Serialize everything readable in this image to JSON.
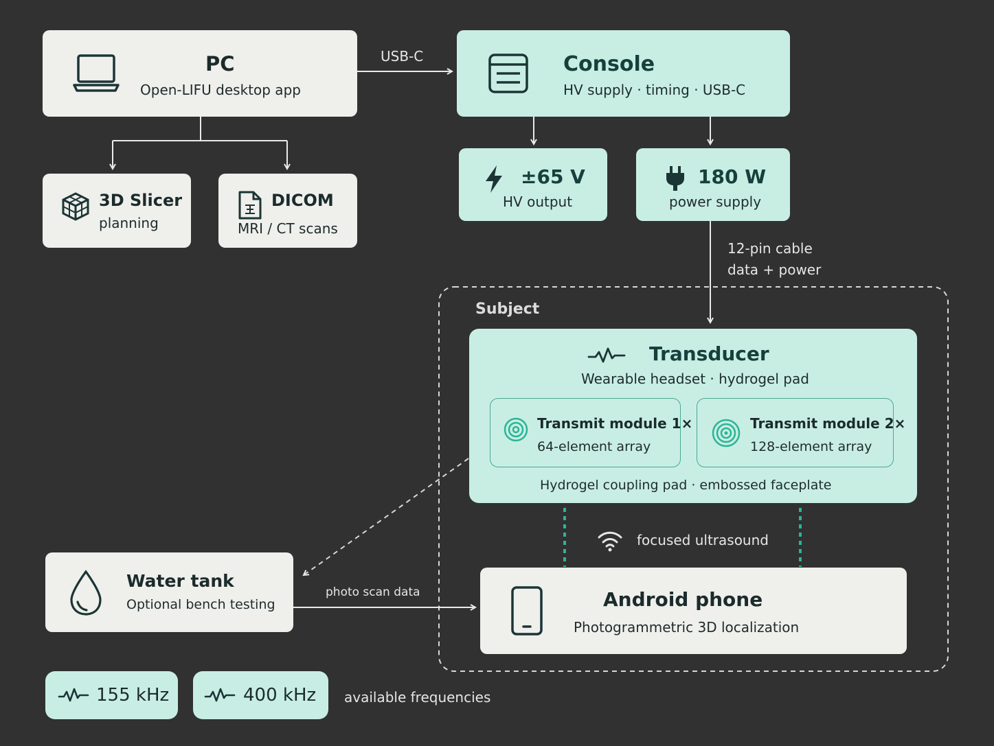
{
  "pc": {
    "title": "PC",
    "subtitle": "Open-LIFU desktop app",
    "icon": "laptop-icon"
  },
  "console": {
    "title": "Console",
    "subtitle": "HV supply · timing · USB-C",
    "icon": "console-icon"
  },
  "link_usb": "USB-C",
  "slicer": {
    "title": "3D Slicer",
    "subtitle": "planning",
    "icon": "cube-icon"
  },
  "dicom": {
    "title": "DICOM",
    "subtitle": "MRI / CT scans",
    "icon": "document-icon"
  },
  "hv": {
    "title": "±65 V",
    "subtitle": "HV output",
    "icon": "lightning-icon"
  },
  "power": {
    "title": "180 W",
    "subtitle": "power supply",
    "icon": "plug-icon"
  },
  "cable": {
    "line1": "12-pin cable",
    "line2": "data + power"
  },
  "subject": {
    "label": "Subject"
  },
  "transducer": {
    "title": "Transducer",
    "subtitle": "Wearable headset · hydrogel pad",
    "icon": "waveform-icon",
    "module1": {
      "title": "Transmit module 1×",
      "subtitle": "64-element array",
      "icon": "target-icon"
    },
    "module2": {
      "title": "Transmit module 2×",
      "subtitle": "128-element array",
      "icon": "target-icon"
    },
    "footer": "Hydrogel coupling pad · embossed faceplate"
  },
  "ultrasound": {
    "label": "focused ultrasound",
    "icon": "wifi-icon"
  },
  "water": {
    "title": "Water tank",
    "subtitle": "Optional bench testing",
    "icon": "droplet-icon"
  },
  "link_photo": "photo scan data",
  "phone": {
    "title": "Android phone",
    "subtitle": "Photogrammetric 3D localization",
    "icon": "phone-icon"
  },
  "frequencies": {
    "f1": "155 kHz",
    "f2": "400 kHz",
    "label": "available frequencies"
  },
  "colors": {
    "background": "#313131",
    "light_box": "#efefec",
    "teal_box": "#c8eee4",
    "accent": "#2bb596",
    "ink": "#1b3535"
  }
}
